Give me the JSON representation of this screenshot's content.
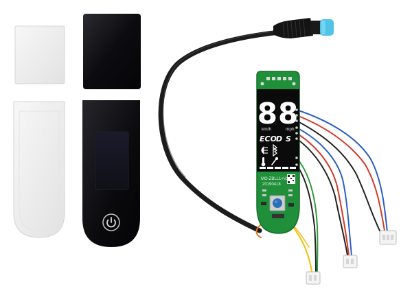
{
  "product": {
    "display": {
      "digits": "88",
      "unit_left": "km/h",
      "unit_right": "mph",
      "mode_eco": "ECO",
      "mode_d": "D",
      "mode_s": "S"
    },
    "pcb": {
      "model_label": "MO-ZBLL1+V2",
      "date_code": "20190418"
    },
    "colors": {
      "pcb_green": "#1f8f3a",
      "cable": "#1c1c1c",
      "connector_tip": "#4fc3e8",
      "cover_black": "#0d0d0f",
      "film_white": "#eeeeee",
      "button_blue": "#2a6fb8",
      "wire_red": "#d23a2a",
      "wire_blue": "#2d5fc4",
      "wire_yellow": "#f2c21a",
      "wire_green": "#2f9a3a",
      "wire_black": "#222222"
    },
    "icons": [
      "headlight-icon",
      "bluetooth-icon",
      "thermometer-icon",
      "wrench-icon",
      "power-icon"
    ]
  }
}
